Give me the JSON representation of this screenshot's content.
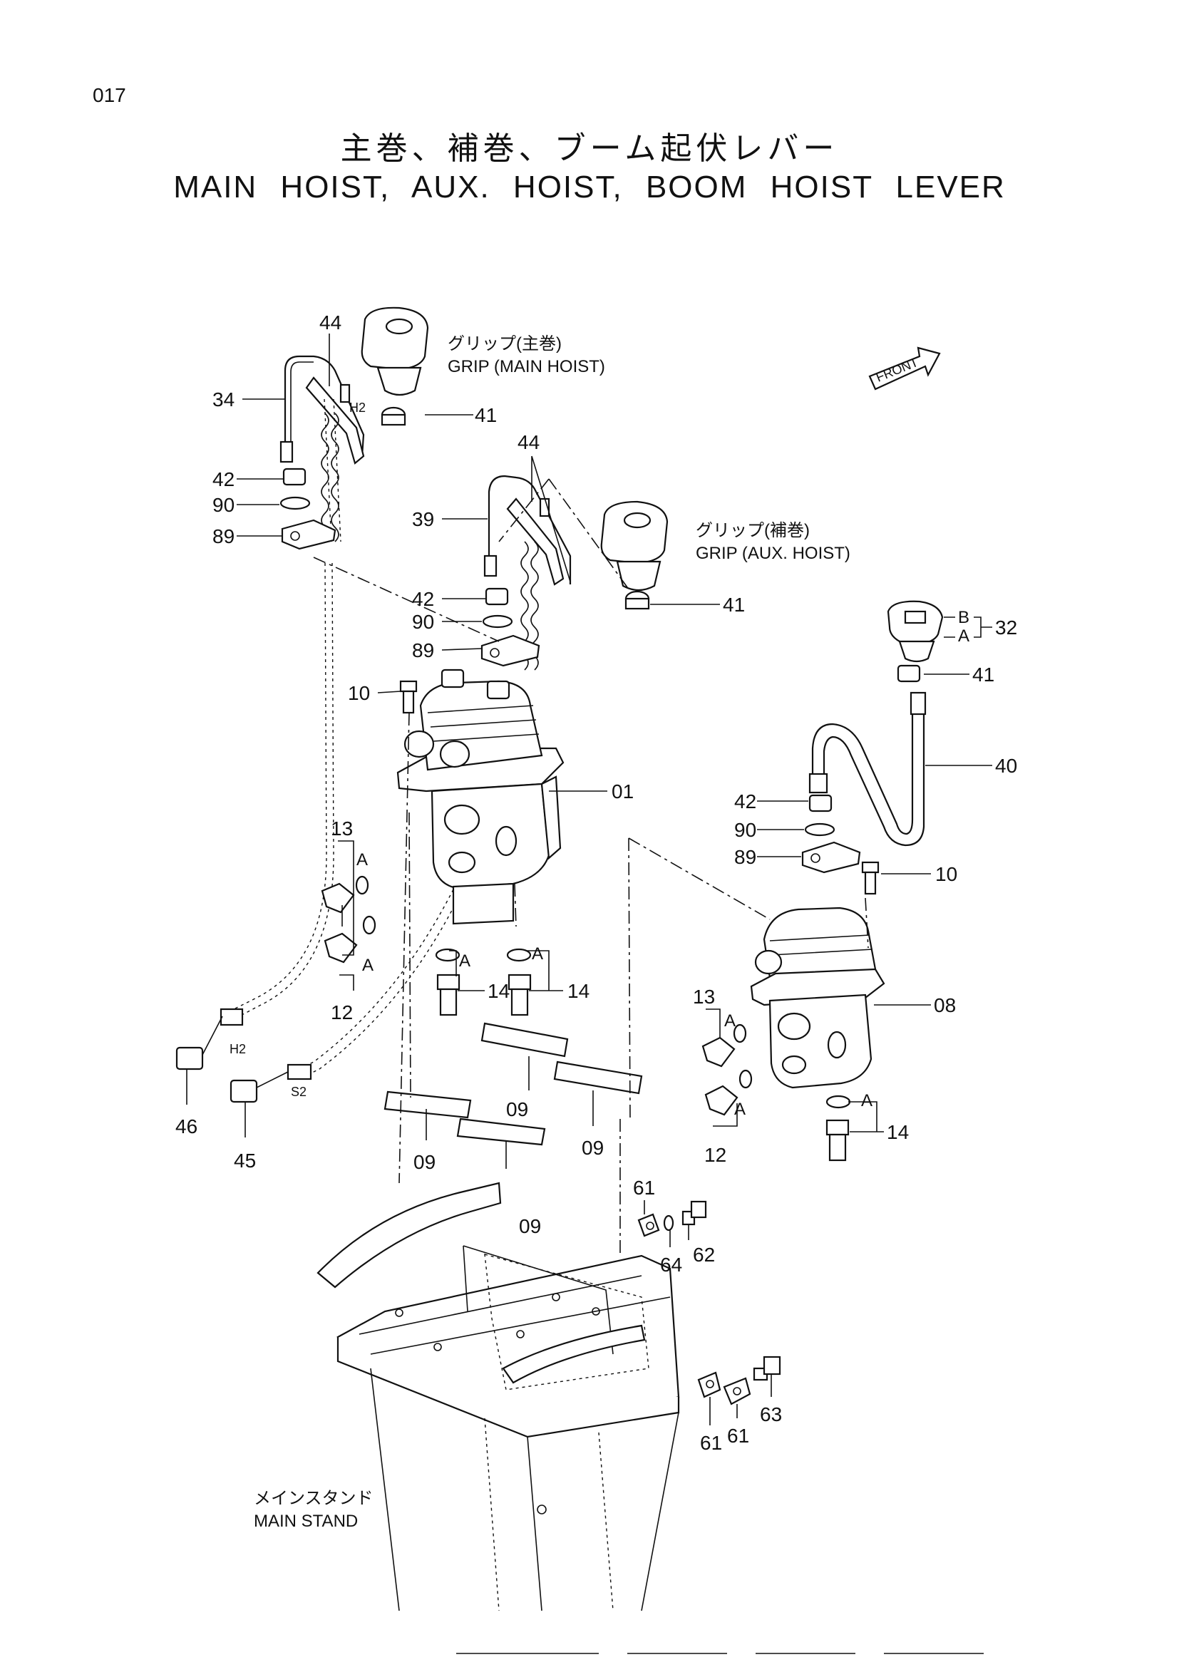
{
  "page": {
    "number": "017"
  },
  "title": {
    "jp": "主巻、補巻、ブーム起伏レバー",
    "en": "MAIN HOIST, AUX. HOIST, BOOM HOIST LEVER"
  },
  "labels": {
    "grip_main_jp": "グリップ(主巻)",
    "grip_main_en": "GRIP (MAIN HOIST)",
    "grip_aux_jp": "グリップ(補巻)",
    "grip_aux_en": "GRIP (AUX. HOIST)",
    "main_stand_jp": "メインスタンド",
    "main_stand_en": "MAIN STAND",
    "front": "FRONT",
    "h2": "H2",
    "s2": "S2",
    "a": "A",
    "b": "B"
  },
  "callouts": {
    "c44a": "44",
    "c34": "34",
    "c41a": "41",
    "c42a": "42",
    "c90a": "90",
    "c89a": "89",
    "c44b": "44",
    "c39": "39",
    "c41b": "41",
    "c42b": "42",
    "c90b": "90",
    "c89b": "89",
    "c10a": "10",
    "c01": "01",
    "c32": "32",
    "c41c": "41",
    "c40": "40",
    "c42c": "42",
    "c90c": "90",
    "c89c": "89",
    "c10b": "10",
    "c08": "08",
    "c13a": "13",
    "c12a": "12",
    "c14a": "14",
    "c14b": "14",
    "c46": "46",
    "c45": "45",
    "c09a": "09",
    "c09b": "09",
    "c09c": "09",
    "c09d": "09",
    "c13b": "13",
    "c12b": "12",
    "c14c": "14",
    "c61a": "61",
    "c64": "64",
    "c62": "62",
    "c61b": "61",
    "c61c": "61",
    "c63": "63"
  }
}
